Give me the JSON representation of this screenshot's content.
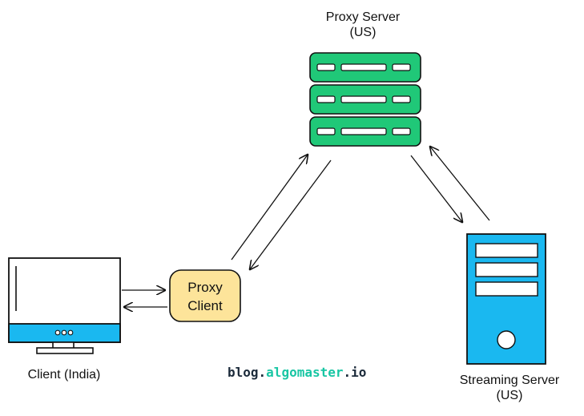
{
  "nodes": {
    "proxy_server": {
      "label_line1": "Proxy Server",
      "label_line2": "(US)"
    },
    "proxy_client": {
      "label_line1": "Proxy",
      "label_line2": "Client"
    },
    "client": {
      "label": "Client (India)"
    },
    "streaming_server": {
      "label_line1": "Streaming Server",
      "label_line2": "(US)"
    }
  },
  "watermark": {
    "part1": "blog.",
    "part2": "algomaster",
    "part3": ".io"
  },
  "colors": {
    "server_green": "#20c878",
    "monitor_blue": "#1ab8f0",
    "tower_blue": "#1ab8f0",
    "proxy_client_fill": "#fde49a",
    "watermark_dark": "#1b2a3a",
    "watermark_teal": "#19c6a4"
  },
  "icons": {
    "proxy_server": "rack-server-icon",
    "client": "monitor-icon",
    "streaming_server": "tower-server-icon"
  }
}
